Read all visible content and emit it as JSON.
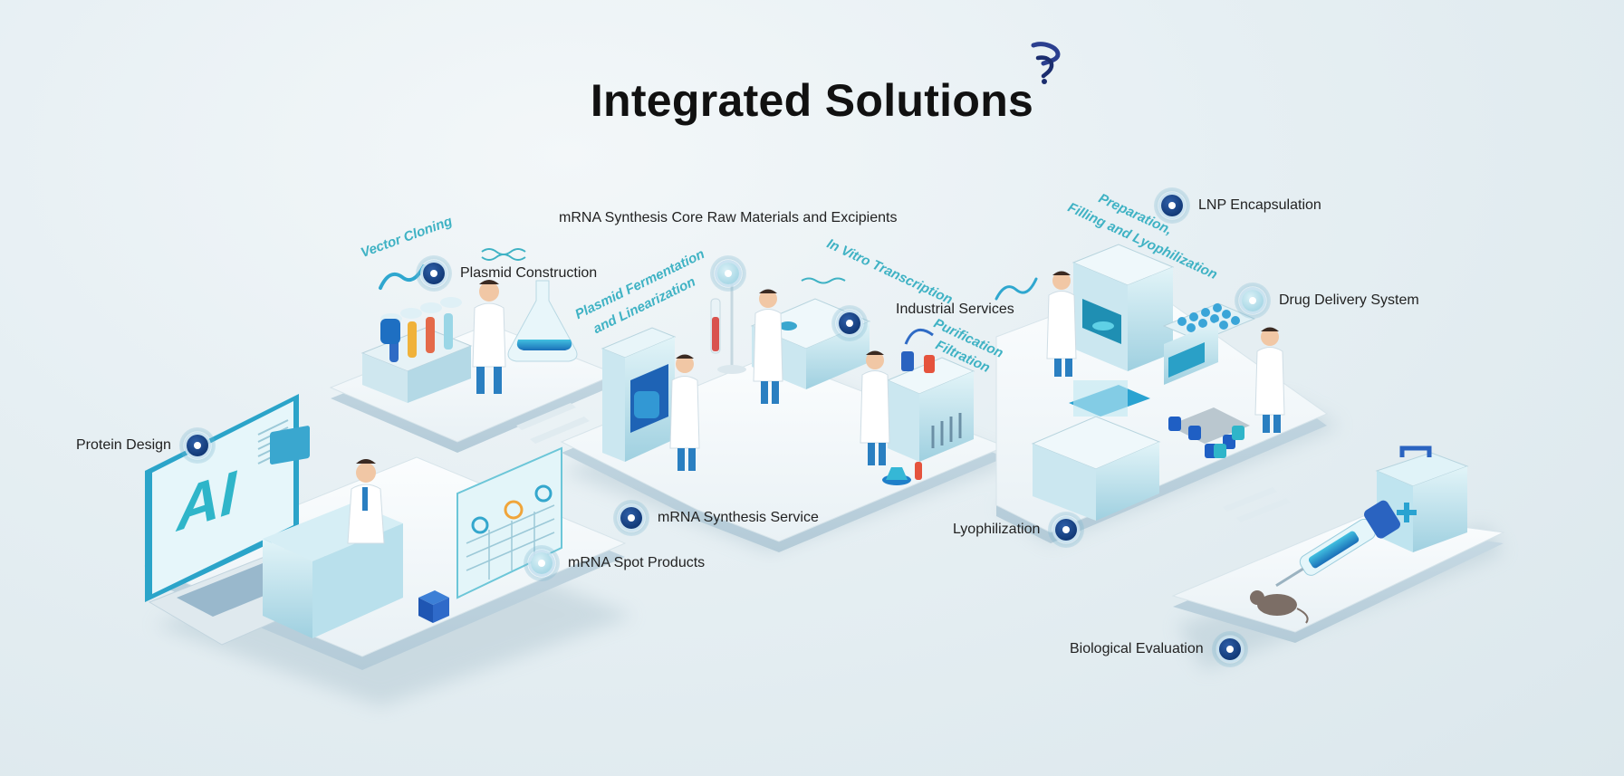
{
  "page": {
    "title": "Integrated Solutions",
    "colors": {
      "background": "#e6eff3",
      "platform": "#f4f8fa",
      "accent_teal": "#3fb2c4",
      "accent_blue": "#1a4f9a",
      "hotspot_dark": "#123a78"
    }
  },
  "logo": {
    "icon": "brand-swirl-icon"
  },
  "hotspots": [
    {
      "id": "protein-design",
      "label": "Protein Design",
      "style": "dark"
    },
    {
      "id": "plasmid-construction",
      "label": "Plasmid Construction",
      "style": "dark"
    },
    {
      "id": "mrna-core-raw-materials",
      "label": "mRNA Synthesis Core Raw Materials and Excipients",
      "style": "light"
    },
    {
      "id": "industrial-services",
      "label": "Industrial Services",
      "style": "dark"
    },
    {
      "id": "lnp-encapsulation",
      "label": "LNP Encapsulation",
      "style": "dark"
    },
    {
      "id": "drug-delivery-system",
      "label": "Drug Delivery System",
      "style": "light"
    },
    {
      "id": "mrna-synthesis-service",
      "label": "mRNA Synthesis Service",
      "style": "dark"
    },
    {
      "id": "mrna-spot-products",
      "label": "mRNA Spot Products",
      "style": "light"
    },
    {
      "id": "lyophilization",
      "label": "Lyophilization",
      "style": "dark"
    },
    {
      "id": "biological-evaluation",
      "label": "Biological Evaluation",
      "style": "dark"
    }
  ],
  "scene_labels": {
    "vector_cloning": "Vector Cloning",
    "plasmid_fermentation_1": "Plasmid Fermentation",
    "plasmid_fermentation_2": "and Linearization",
    "in_vitro_transcription": "In Vitro Transcription",
    "purification": "Purification",
    "filtration": "Filtration",
    "prep_fill_1": "Preparation,",
    "prep_fill_2": "Filling and Lyophilization",
    "ai_screen": "AI"
  }
}
